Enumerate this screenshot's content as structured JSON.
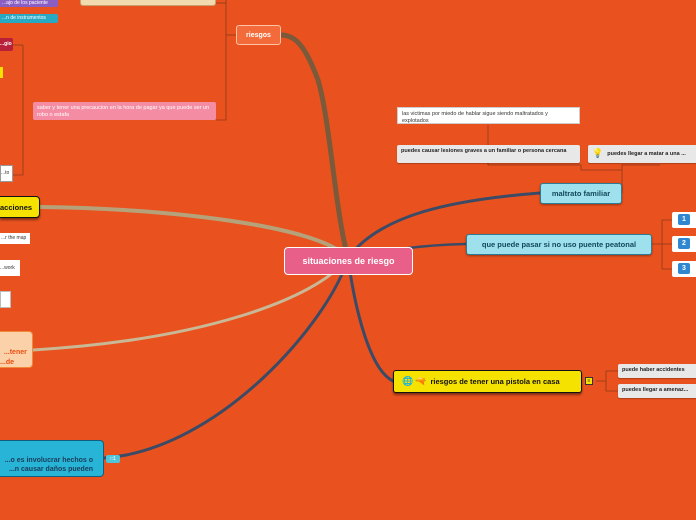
{
  "central": "situaciones de riesgo",
  "left": {
    "riesgos": "riesgos",
    "riesgos_note": "saber y tener una precaucion en la hora de pagar ya que puede ser un robo o estafa",
    "top_purple": "...ajo de los paciente",
    "top_teal": "...n de instrumentos",
    "side_red": "...gio",
    "side_white_1": "...to",
    "acciones": "acciones",
    "map_note": "...r the map",
    "work_note": "...work",
    "orange_tener": "...tener\n...de",
    "bottom_blue": "...o es involucrar hechos o\n...n causar daños pueden\n...ticos para una persona",
    "comment_count": "1"
  },
  "right": {
    "maltrato": "maltrato familiar",
    "maltrato_note_1": "las victimas por miedo de hablar sigue siendo maltratados y explotados",
    "maltrato_note_2": "puedes causar lesiones graves a un familiar o persona cercana",
    "maltrato_note_3": "puedes llegar a matar a una ...",
    "puente": "que puede pasar si no uso puente peatonal",
    "puente_items": [
      "1",
      "2",
      "3"
    ],
    "pistola": "riesgos de tener una pistola en casa",
    "pistola_note_1": "puede haber accidentes",
    "pistola_note_2": "puedes llegar a amenaz..."
  },
  "colors": {
    "background": "#e9521f",
    "central": "#e8608a",
    "blue_node": "#9ee0ec",
    "yellow_node": "#f6e200",
    "badge": "#2f87d2"
  },
  "icons": [
    "bulb-icon",
    "world-icon",
    "gun-icon",
    "notes-icon",
    "comment-icon"
  ]
}
